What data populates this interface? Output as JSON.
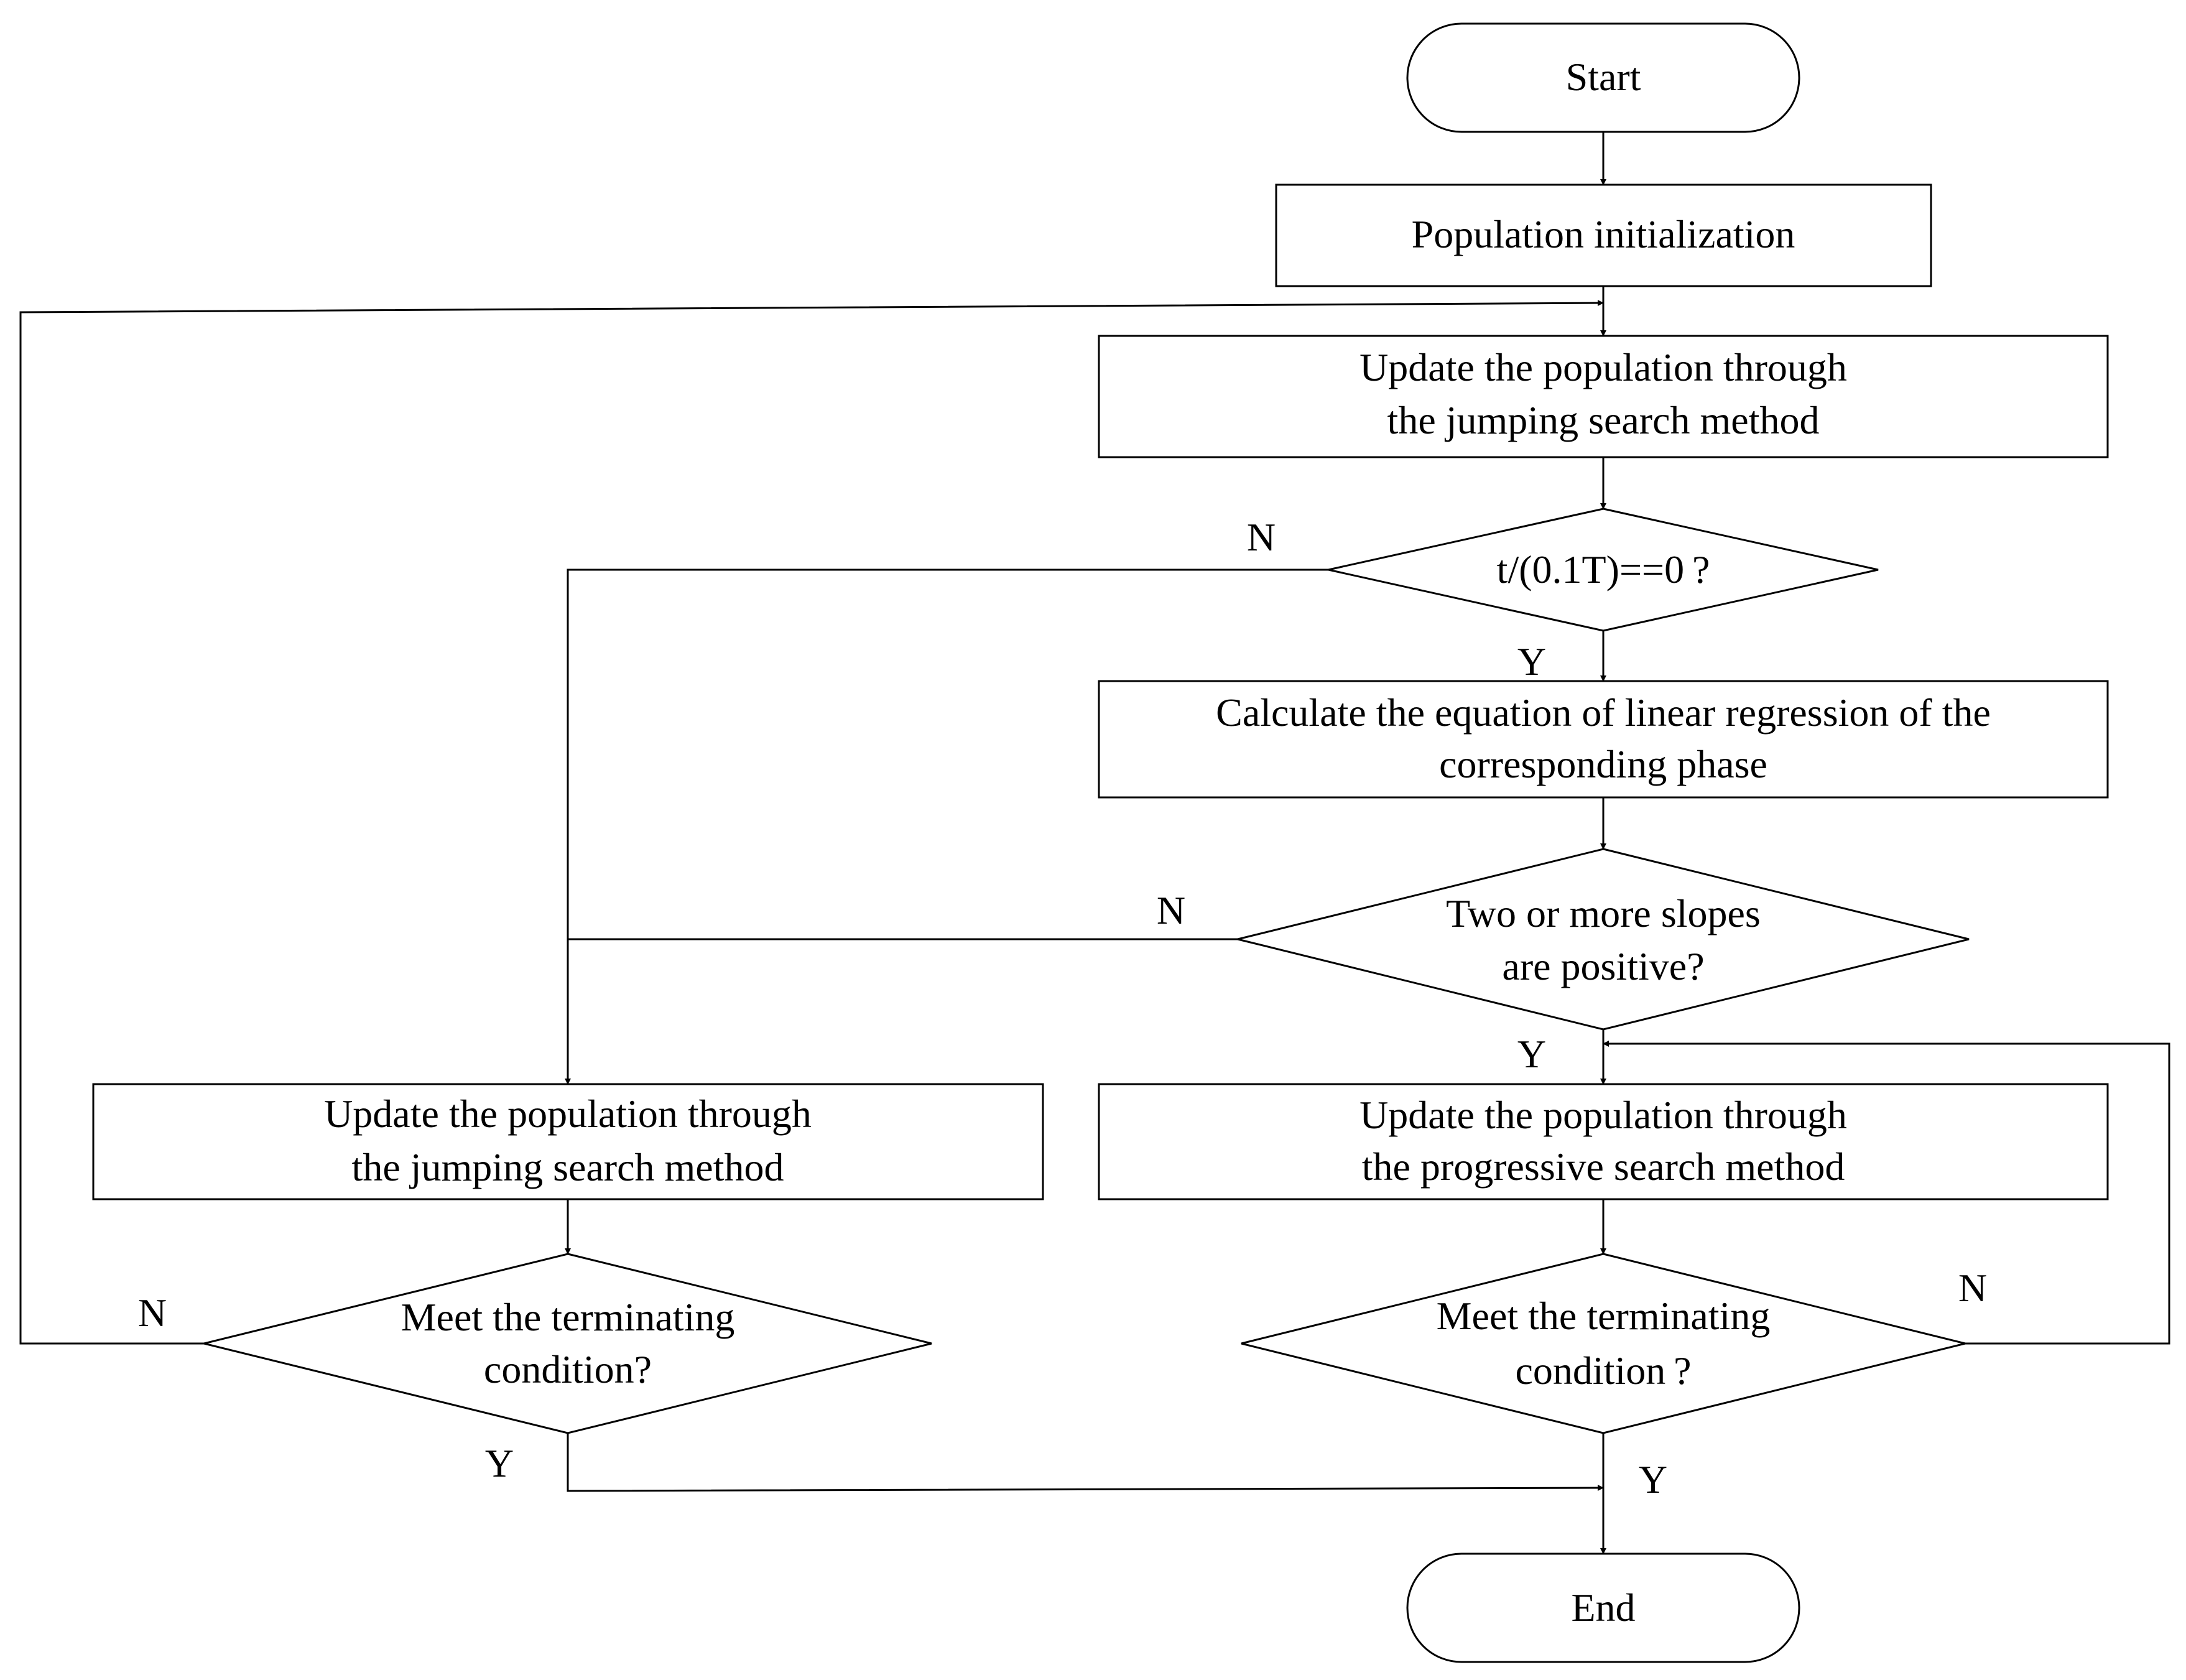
{
  "nodes": {
    "start": "Start",
    "init": "Population initialization",
    "update_jump_1_line1": "Update the population through",
    "update_jump_1_line2": "the jumping search method",
    "check_phase": "t/(0.1T)==0 ?",
    "regression_line1": "Calculate the equation of linear regression of the",
    "regression_line2": "corresponding phase",
    "slopes_line1": "Two or more slopes",
    "slopes_line2": "are positive?",
    "update_jump_2_line1": "Update the population through",
    "update_jump_2_line2": "the jumping search method",
    "update_prog_line1": "Update the population through",
    "update_prog_line2": "the progressive search method",
    "term_left_line1": "Meet the terminating",
    "term_left_line2": "condition?",
    "term_right_line1": "Meet the terminating",
    "term_right_line2": "condition ?",
    "end": "End"
  },
  "branch_labels": {
    "check_phase_no": "N",
    "check_phase_yes": "Y",
    "slopes_no": "N",
    "slopes_yes": "Y",
    "term_left_no": "N",
    "term_left_yes": "Y",
    "term_right_no": "N",
    "term_right_yes": "Y"
  }
}
